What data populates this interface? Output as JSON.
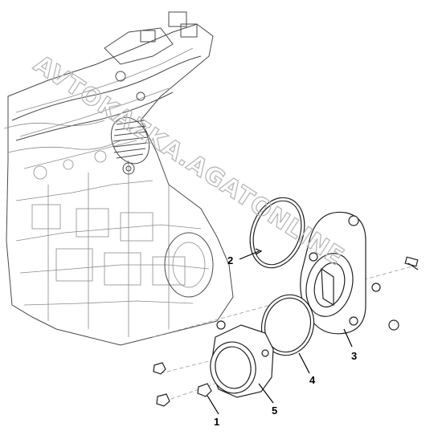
{
  "watermark": {
    "text": "AVTOKAZKA.AGATONLINE"
  },
  "callouts": [
    {
      "id": "1",
      "label": "1"
    },
    {
      "id": "2",
      "label": "2"
    },
    {
      "id": "3",
      "label": "3"
    },
    {
      "id": "4",
      "label": "4"
    },
    {
      "id": "5",
      "label": "5"
    }
  ]
}
